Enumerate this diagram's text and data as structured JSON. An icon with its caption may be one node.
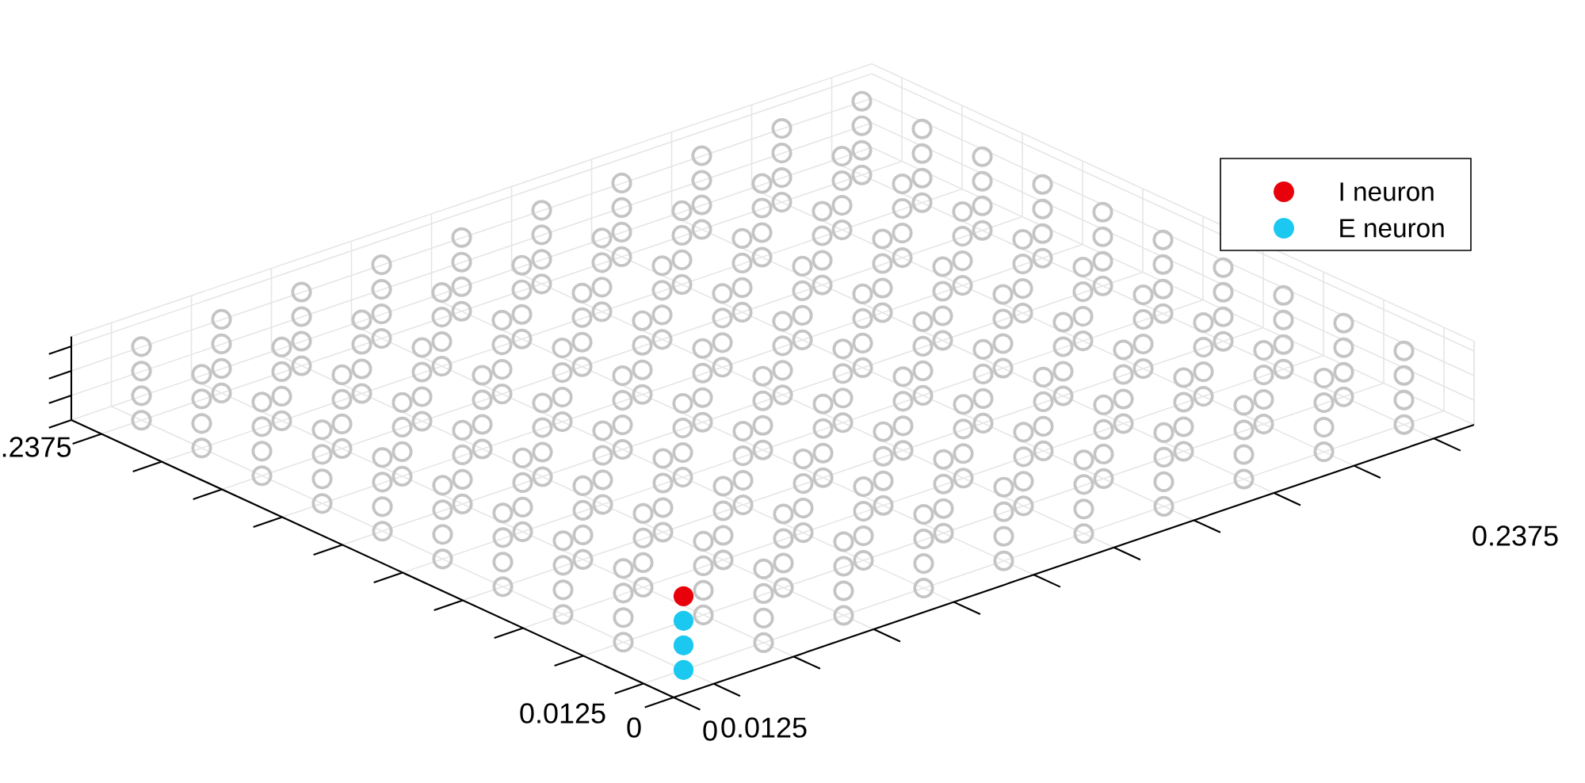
{
  "diagram": {
    "labels": [
      ".2375",
      "0.2375",
      "0.0125",
      "0",
      "0",
      "0.0125"
    ],
    "legend": [
      {
        "text": "I neuron",
        "color": "#e8000b"
      },
      {
        "text": "E neuron",
        "color": "#1ac8f0"
      }
    ]
  }
}
